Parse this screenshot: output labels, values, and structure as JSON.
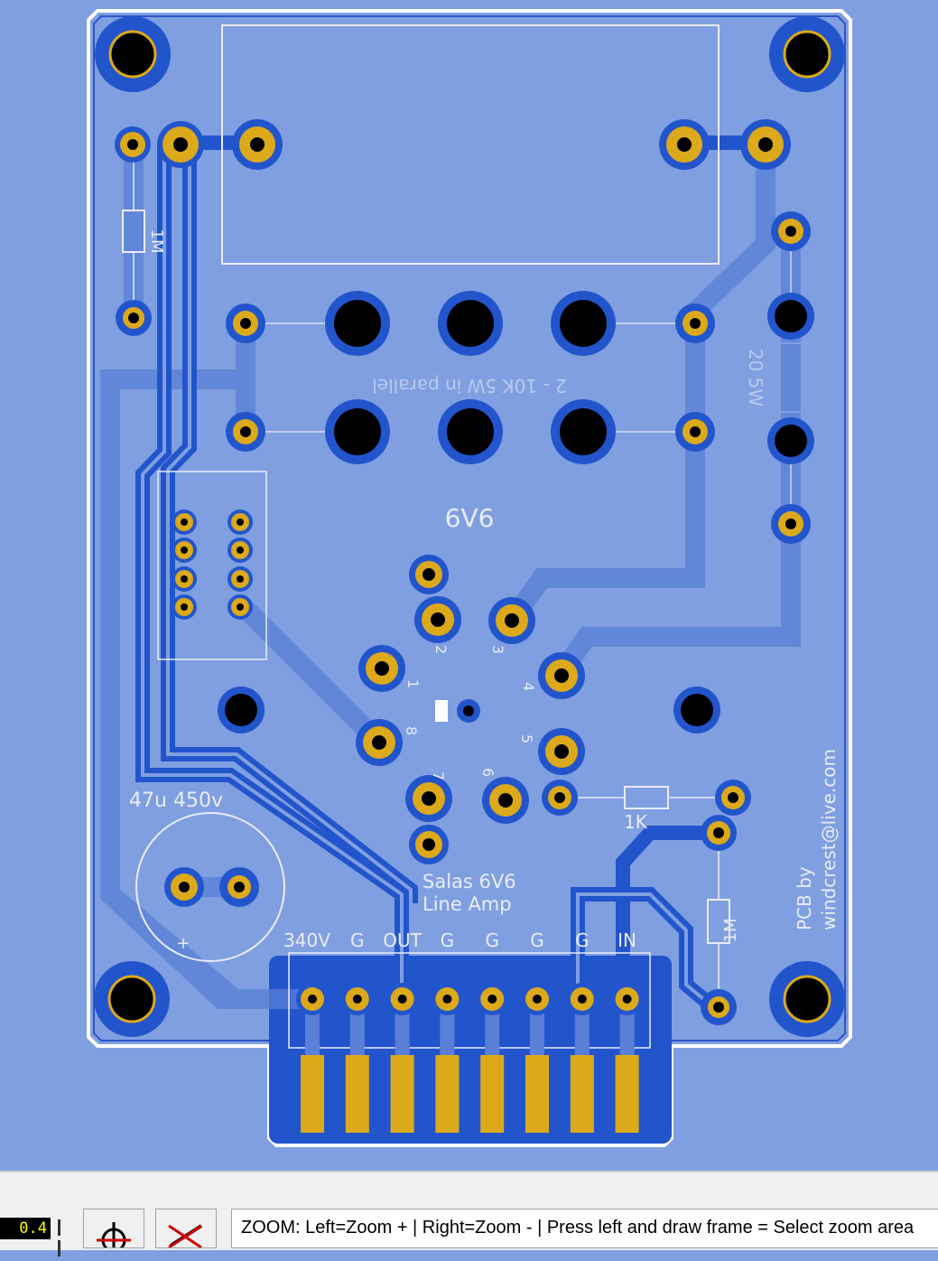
{
  "board": {
    "tube_label": "6V6",
    "resistor_note": "2 - 10K 5W in parallel",
    "sense_resistor": "20 5W",
    "cap_label": "47u 450v",
    "cap_plus": "+",
    "title_line1": "Salas 6V6",
    "title_line2": "Line Amp",
    "credit_line1": "PCB by",
    "credit_line2": "windcrest@live.com",
    "res_1k": "1K",
    "res_1m_top": "1M",
    "res_1m_bottom": "1M",
    "pins": {
      "p1": "1",
      "p2": "2",
      "p3": "3",
      "p4": "4",
      "p5": "5",
      "p6": "6",
      "p7": "7",
      "p8": "8"
    },
    "edge_labels": [
      "340V",
      "G",
      "OUT",
      "G",
      "G",
      "G",
      "G",
      "IN"
    ],
    "colors": {
      "board": "#7f9fe0",
      "copper": "#2255cc",
      "pad": "#dca91a",
      "hole": "#000000",
      "silk": "#e8ecf8"
    }
  },
  "status": {
    "zoom_value": "0.4",
    "message": "ZOOM:  Left=Zoom +  |  Right=Zoom -  |  Press left and draw frame = Select zoom area",
    "tool1_icon": "crosshair-icon",
    "tool2_icon": "cancel-icon"
  }
}
